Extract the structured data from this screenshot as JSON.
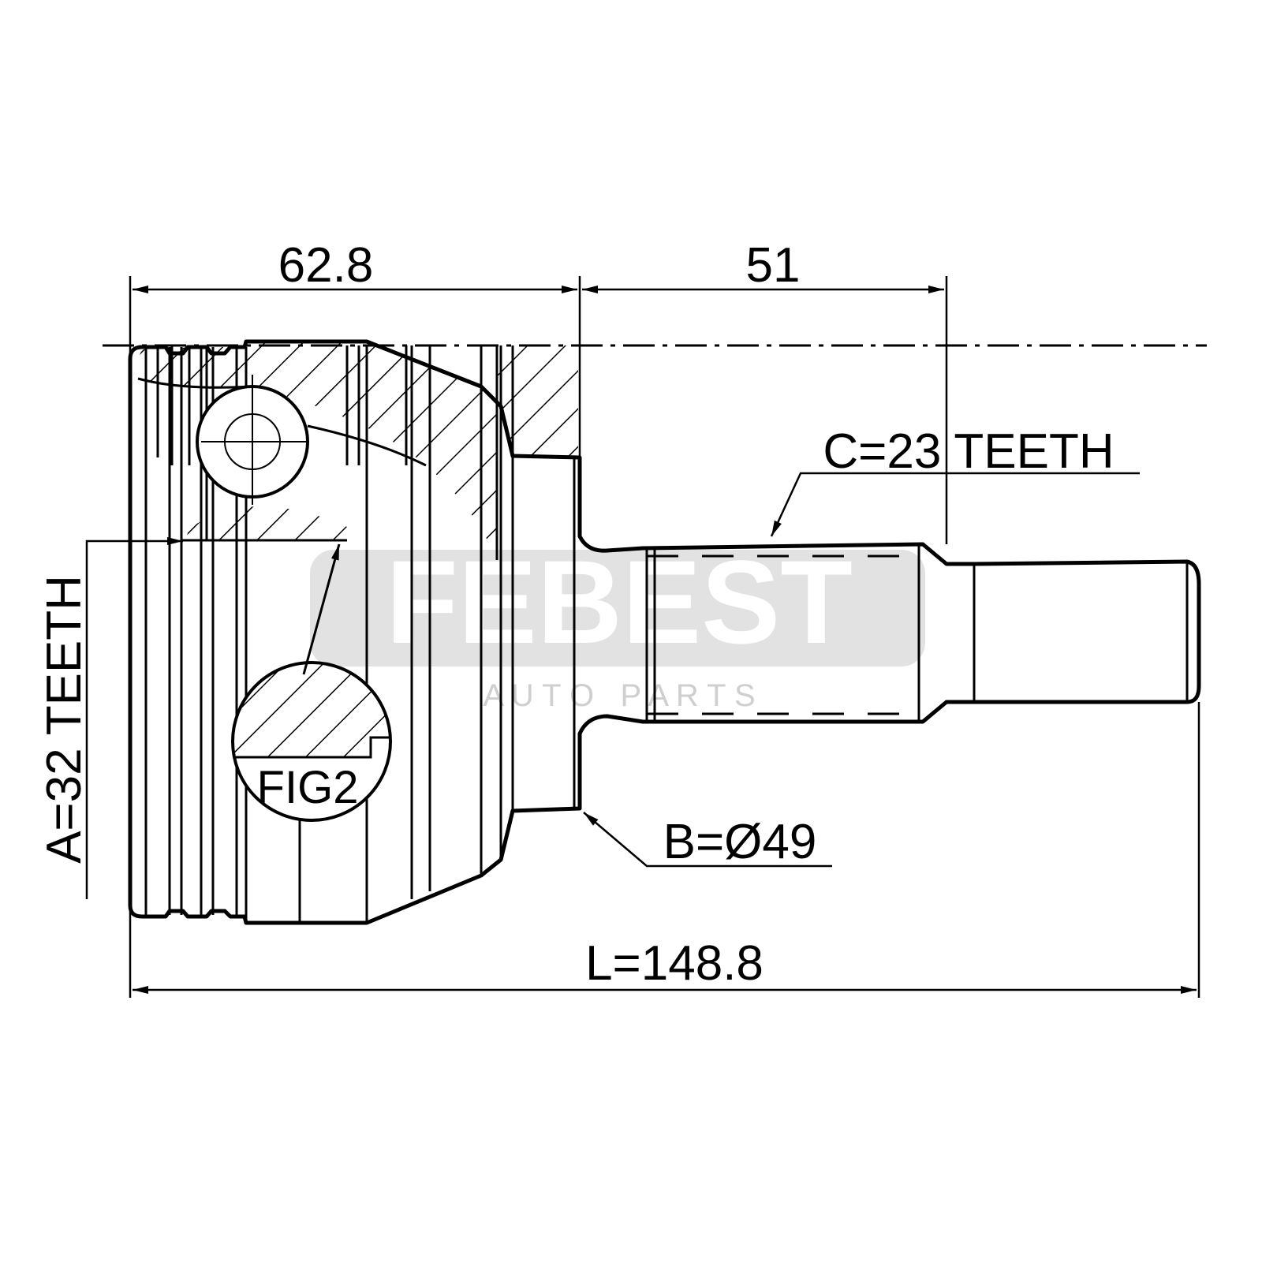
{
  "dimensions": {
    "housing_length": "62.8",
    "shaft_length": "51",
    "total_length": "L=148.8",
    "outer_teeth": "C=23 TEETH",
    "inner_teeth": "A=32 TEETH",
    "seal_diameter": "B=Ø49",
    "figure_label": "FIG2"
  },
  "watermark": {
    "brand": "FEBEST",
    "tagline": "A U T O   P A R T S"
  },
  "colors": {
    "line": "#000000",
    "watermark": "#e2e2e2"
  }
}
